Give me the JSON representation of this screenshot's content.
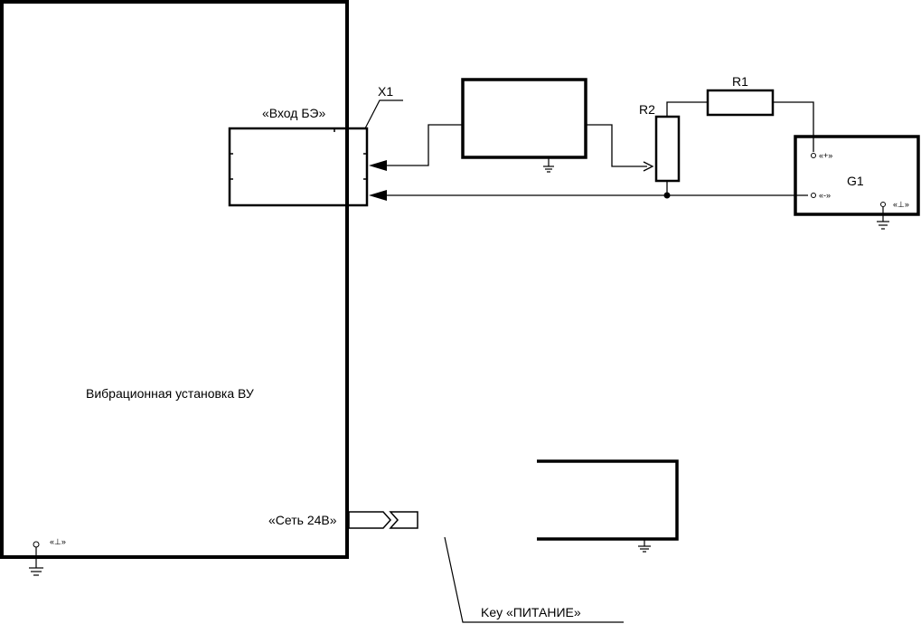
{
  "labels": {
    "main_unit": "Вибрационная установка ВУ",
    "input_be": "«Вход БЭ»",
    "connector_x1": "X1",
    "network_24v": "«Сеть 24В»",
    "ground_main": "«⊥»",
    "resistor_r1": "R1",
    "resistor_r2": "R2",
    "generator_g1": "G1",
    "g1_plus": "«+»",
    "g1_minus": "«-»",
    "g1_ground": "«⊥»",
    "power_key": "Key «ПИТАНИЕ»"
  },
  "icons": [
    "ground-icon",
    "arrow-head-icon",
    "connector-plug-icon",
    "terminal-circle-icon",
    "junction-dot-icon"
  ],
  "colors": {
    "ink": "#000000",
    "background": "#ffffff"
  }
}
